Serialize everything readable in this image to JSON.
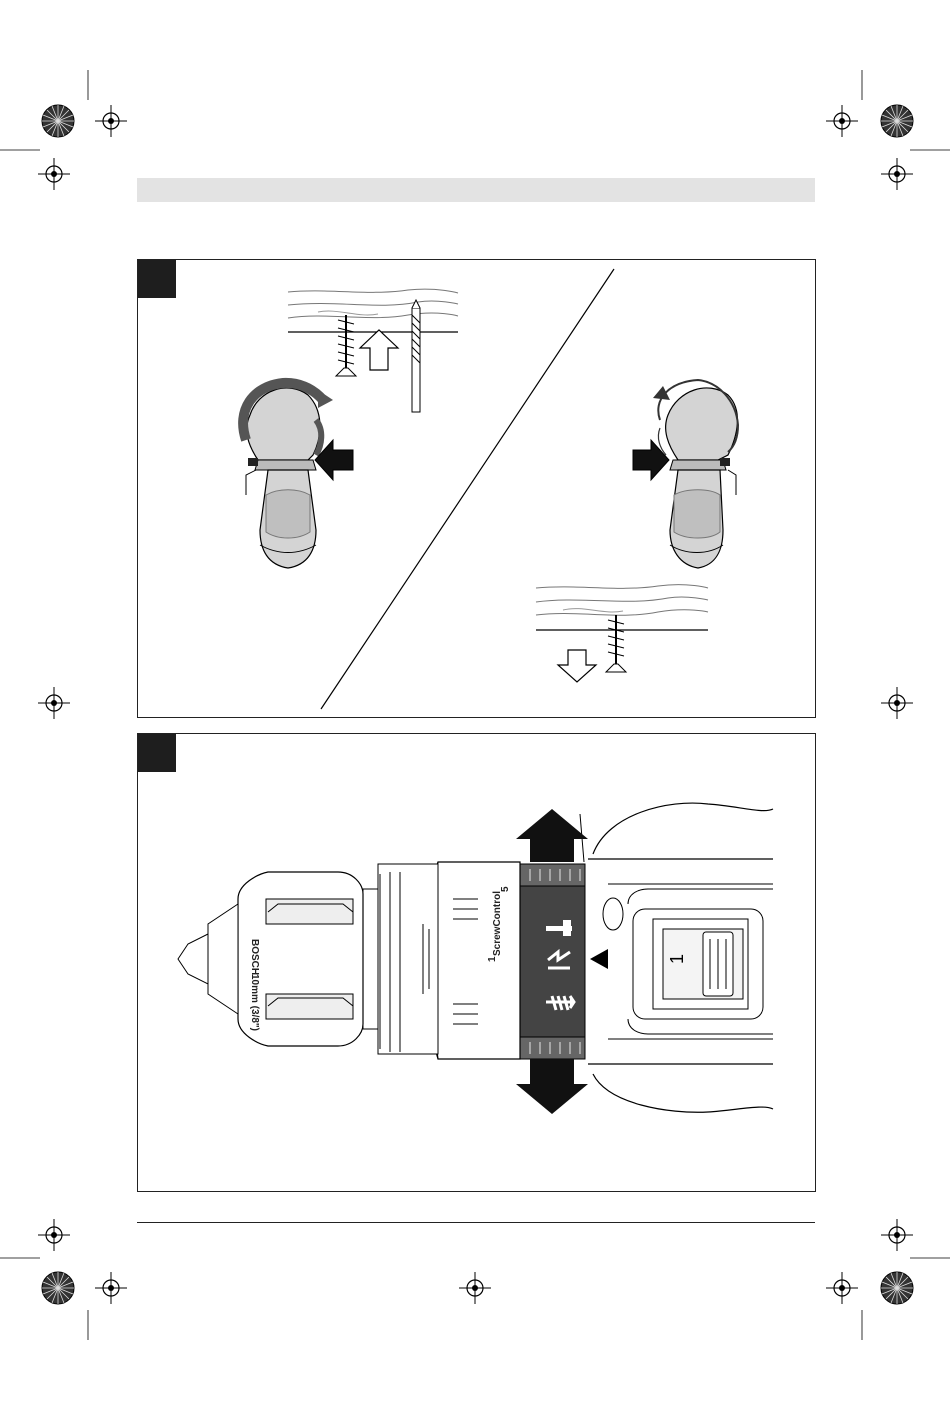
{
  "figures": [
    {
      "id": "figure-1",
      "tab_label": ""
    },
    {
      "id": "figure-2",
      "tab_label": ""
    }
  ],
  "chuck": {
    "brand": "BOSCH",
    "size": "10mm (3/8\")"
  },
  "clutch_ring": {
    "brand": "ScrewControl",
    "scale_min": "1",
    "scale_max": "5"
  },
  "gear_selector": {
    "value": "1"
  },
  "colors": {
    "header_bar": "#e3e3e3",
    "panel_tab": "#1e1e1e",
    "clutch_ring": "#444444"
  }
}
